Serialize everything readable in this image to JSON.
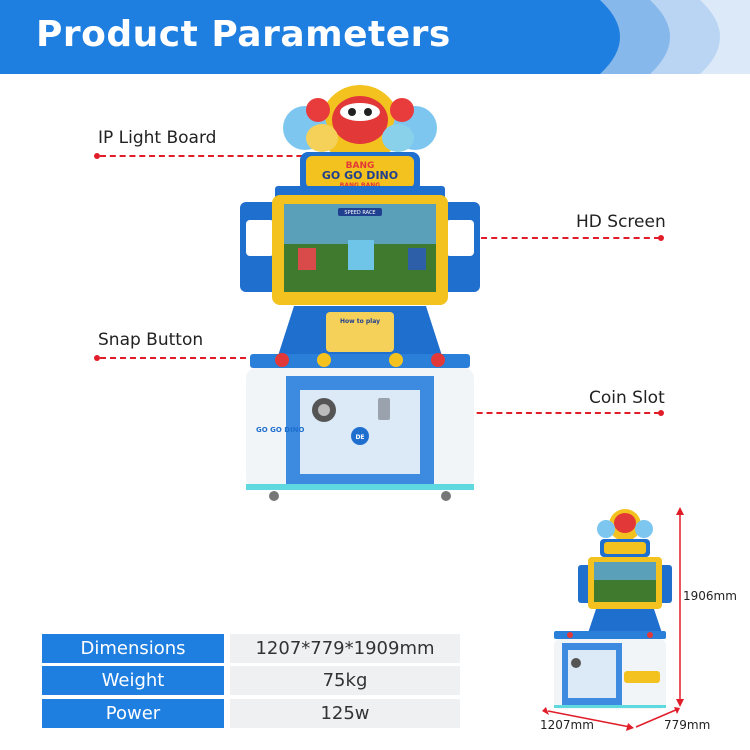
{
  "header": {
    "title": "Product Parameters"
  },
  "callouts": {
    "ip_light_board": "IP Light Board",
    "hd_screen": "HD Screen",
    "snap_button": "Snap Button",
    "coin_slot": "Coin Slot"
  },
  "machine": {
    "marquee_line1": "BANG",
    "marquee_line2": "GO GO DINO",
    "marquee_line3": "BANG BANG",
    "screen_banner": "SPEED RACE",
    "how_to_play": "How to play",
    "side_logo": "GO GO DINO",
    "badge": "DE"
  },
  "specs": [
    {
      "key": "Dimensions",
      "value": "1207*779*1909mm"
    },
    {
      "key": "Weight",
      "value": "75kg"
    },
    {
      "key": "Power",
      "value": "125w"
    }
  ],
  "dimensions_diagram": {
    "height_label": "1906mm",
    "width_label": "1207mm",
    "depth_label": "779mm"
  },
  "colors": {
    "accent_blue": "#1f7fe0",
    "callout_red": "#e11d2a"
  }
}
